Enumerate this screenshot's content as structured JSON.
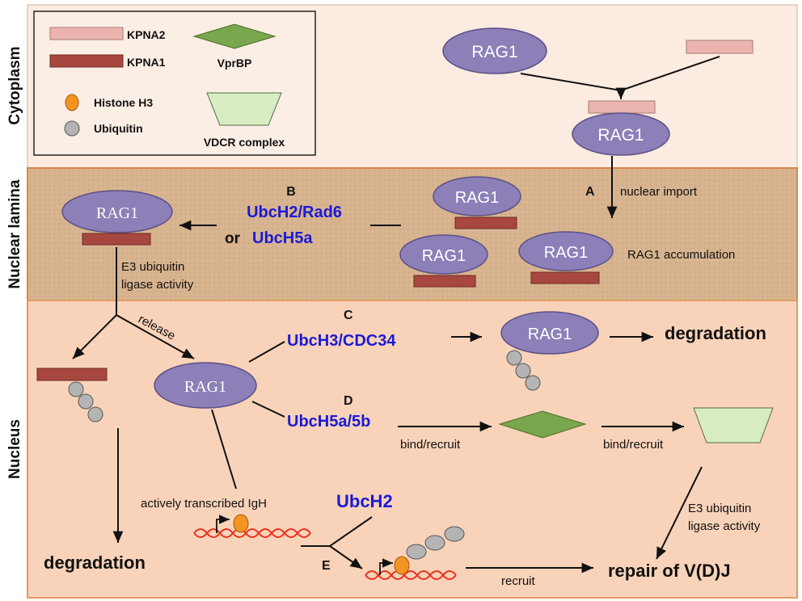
{
  "regions": {
    "cytoplasm": "Cytoplasm",
    "nuclear_lamina": "Nuclear lamina",
    "nucleus": "Nucleus"
  },
  "legend": {
    "kpna2": "KPNA2",
    "kpna1": "KPNA1",
    "histone": "Histone H3",
    "ubiquitin": "Ubiquitin",
    "vprbp": "VprBP",
    "vdcr": "VDCR complex"
  },
  "protein": "RAG1",
  "steps": {
    "a_letter": "A",
    "a_label": "nuclear import",
    "accumulation": "RAG1 accumulation",
    "b_letter": "B",
    "b_enzyme1": "UbcH2/Rad6",
    "b_or": "or",
    "b_enzyme2": "UbcH5a",
    "e3_line1": "E3 ubiquitin",
    "e3_line2": "ligase activity",
    "release": "release",
    "c_letter": "C",
    "c_enzyme": "UbcH3/CDC34",
    "degradation": "degradation",
    "d_letter": "D",
    "d_enzyme": "UbcH5a/5b",
    "bind_recruit": "bind/recruit",
    "transcribed": "actively transcribed IgH",
    "e_enzyme": "UbcH2",
    "e_letter": "E",
    "recruit": "recruit",
    "repair": "repair of V(D)J"
  },
  "colors": {
    "cytoplasm_bg": "#fbebe0",
    "lamina_bg": "#d7b48f",
    "nucleus_bg": "#f9d3b9",
    "rag1_fill": "#8d7fb8",
    "kpna2_fill": "#ebb4ae",
    "kpna1_fill": "#a8473f",
    "vprbp_fill": "#7aa64e",
    "vdcr_fill": "#d8ecc4",
    "ubiquitin_fill": "#b4b4b4",
    "histone_fill": "#f39422",
    "enzyme_text": "#1a1ad6",
    "dna": "#e8321e"
  }
}
